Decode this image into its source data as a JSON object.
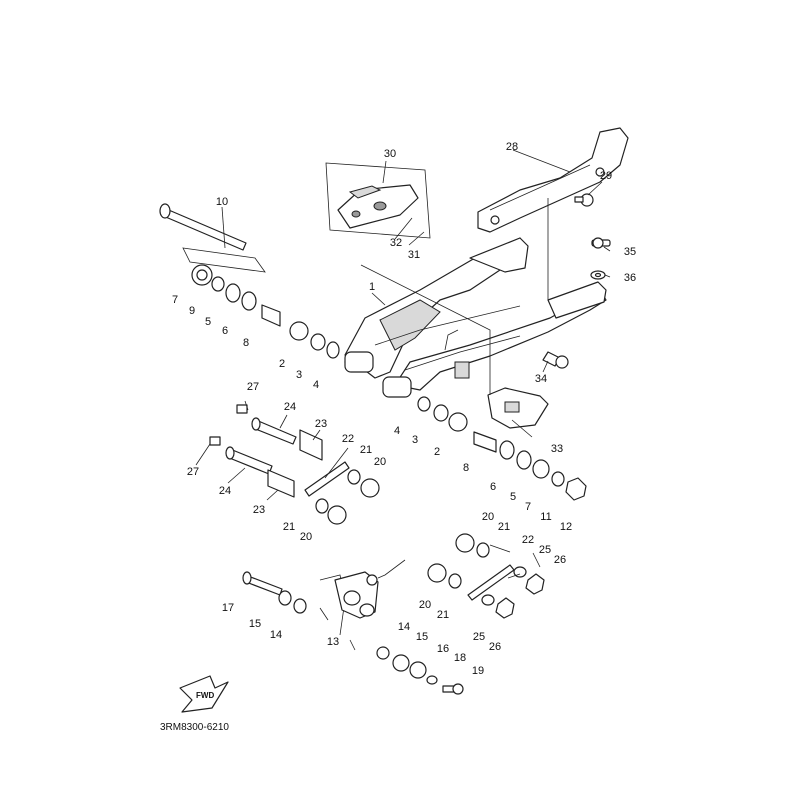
{
  "diagram": {
    "drawing_code": "3RM8300-6210",
    "fwd_label": "FWD",
    "callouts": [
      {
        "id": "c1",
        "text": "1"
      },
      {
        "id": "c2a",
        "text": "2"
      },
      {
        "id": "c2b",
        "text": "2"
      },
      {
        "id": "c3a",
        "text": "3"
      },
      {
        "id": "c3b",
        "text": "3"
      },
      {
        "id": "c4a",
        "text": "4"
      },
      {
        "id": "c4b",
        "text": "4"
      },
      {
        "id": "c5a",
        "text": "5"
      },
      {
        "id": "c5b",
        "text": "5"
      },
      {
        "id": "c6a",
        "text": "6"
      },
      {
        "id": "c6b",
        "text": "6"
      },
      {
        "id": "c7a",
        "text": "7"
      },
      {
        "id": "c7b",
        "text": "7"
      },
      {
        "id": "c8a",
        "text": "8"
      },
      {
        "id": "c8b",
        "text": "8"
      },
      {
        "id": "c9",
        "text": "9"
      },
      {
        "id": "c10",
        "text": "10"
      },
      {
        "id": "c11",
        "text": "11"
      },
      {
        "id": "c12",
        "text": "12"
      },
      {
        "id": "c13",
        "text": "13"
      },
      {
        "id": "c14a",
        "text": "14"
      },
      {
        "id": "c14b",
        "text": "14"
      },
      {
        "id": "c15a",
        "text": "15"
      },
      {
        "id": "c15b",
        "text": "15"
      },
      {
        "id": "c16",
        "text": "16"
      },
      {
        "id": "c17",
        "text": "17"
      },
      {
        "id": "c18",
        "text": "18"
      },
      {
        "id": "c19",
        "text": "19"
      },
      {
        "id": "c20a",
        "text": "20"
      },
      {
        "id": "c20b",
        "text": "20"
      },
      {
        "id": "c20c",
        "text": "20"
      },
      {
        "id": "c20d",
        "text": "20"
      },
      {
        "id": "c21a",
        "text": "21"
      },
      {
        "id": "c21b",
        "text": "21"
      },
      {
        "id": "c21c",
        "text": "21"
      },
      {
        "id": "c21d",
        "text": "21"
      },
      {
        "id": "c22a",
        "text": "22"
      },
      {
        "id": "c22b",
        "text": "22"
      },
      {
        "id": "c23a",
        "text": "23"
      },
      {
        "id": "c23b",
        "text": "23"
      },
      {
        "id": "c24a",
        "text": "24"
      },
      {
        "id": "c24b",
        "text": "24"
      },
      {
        "id": "c25a",
        "text": "25"
      },
      {
        "id": "c25b",
        "text": "25"
      },
      {
        "id": "c26a",
        "text": "26"
      },
      {
        "id": "c26b",
        "text": "26"
      },
      {
        "id": "c27a",
        "text": "27"
      },
      {
        "id": "c27b",
        "text": "27"
      },
      {
        "id": "c28",
        "text": "28"
      },
      {
        "id": "c29",
        "text": "29"
      },
      {
        "id": "c30",
        "text": "30"
      },
      {
        "id": "c31",
        "text": "31"
      },
      {
        "id": "c32",
        "text": "32"
      },
      {
        "id": "c33",
        "text": "33"
      },
      {
        "id": "c34",
        "text": "34"
      },
      {
        "id": "c35",
        "text": "35"
      },
      {
        "id": "c36",
        "text": "36"
      }
    ]
  }
}
